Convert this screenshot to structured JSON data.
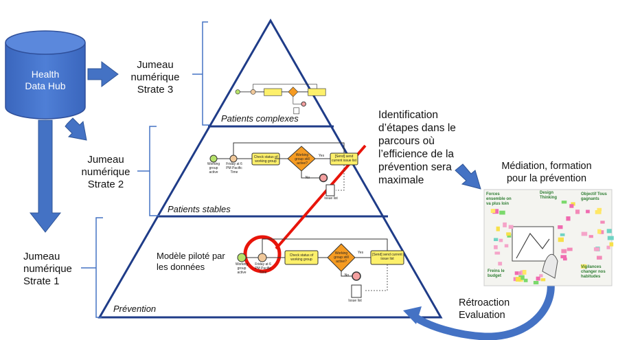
{
  "hub": {
    "line1": "Health",
    "line2": "Data Hub"
  },
  "strates": {
    "s3": {
      "l1": "Jumeau",
      "l2": "numérique",
      "l3": "Strate 3"
    },
    "s2": {
      "l1": "Jumeau",
      "l2": "numérique",
      "l3": "Strate 2"
    },
    "s1": {
      "l1": "Jumeau",
      "l2": "numérique",
      "l3": "Strate 1"
    }
  },
  "levels": {
    "top": "Patients complexes",
    "mid": "Patients stables",
    "bottom": "Prévention"
  },
  "model_text": {
    "l1": "Modèle piloté par",
    "l2": "les données"
  },
  "identification": {
    "l1": "Identification",
    "l2": "d’étapes dans le",
    "l3": "parcours où",
    "l4": "l’efficience de la",
    "l5": "prévention sera",
    "l6": "maximale"
  },
  "mediation": {
    "l1": "Médiation, formation",
    "l2": "pour la prévention"
  },
  "retroaction": {
    "l1": "Rétroaction",
    "l2": "Evaluation"
  },
  "process": {
    "start": "Working group active",
    "timer": "Friday at 6 PM Pacific Time",
    "task1": "Check status of working group",
    "gateway": "Working group still active?",
    "yes": "Yes",
    "no": "No",
    "task2": "[Send] send current issue list",
    "end": "Issue list"
  },
  "whiteboard": {
    "h1": "Forces ensemble on va plus loin",
    "h2": "Design Thinking",
    "h3": "Objectif Tous gagnants",
    "h4": "Freins le budget",
    "h5": "Vigilances changer nos habitudes"
  },
  "colors": {
    "arrow_blue": "#4472c4",
    "pyramid_blue": "#1f3c88",
    "highlight_red": "#e8140a",
    "gateway_orange": "#f59b22",
    "task_yellow": "#fdf06b"
  }
}
